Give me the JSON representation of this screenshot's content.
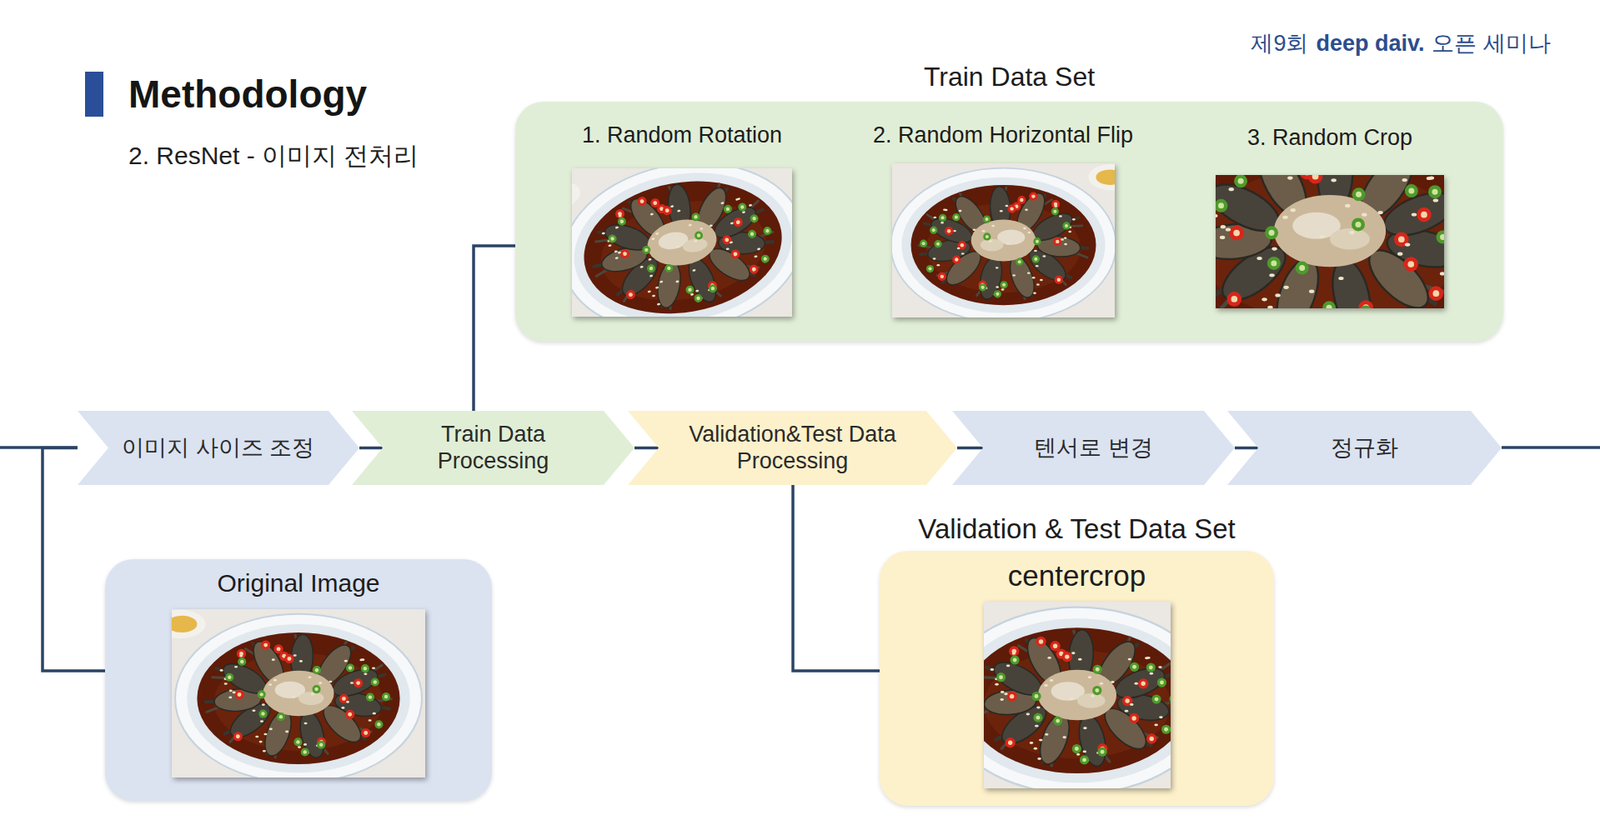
{
  "diagram": {
    "title": "Methodology",
    "nodes": [
      {
        "text": [
          "Train Data Set"
        ]
      },
      {
        "text": [
          "1. Random Rotation"
        ],
        "in": 0
      },
      {
        "text": [
          "2. Random Horizontal Flip"
        ],
        "in": 0
      },
      {
        "text": [
          "3. Random Crop"
        ],
        "in": 0
      },
      {
        "text": [
          "이미지 사이즈 조정"
        ]
      },
      {
        "text": [
          "Train Data Processing"
        ]
      },
      {
        "text": [
          "Validation&Test Data Processing"
        ]
      },
      {
        "text": [
          "텐서로 변경"
        ]
      },
      {
        "text": [
          "정규화"
        ]
      },
      {
        "text": [
          "Original Image"
        ]
      },
      {
        "text": [
          "Validation & Test Data Set",
          "centercrop"
        ]
      }
    ],
    "edges": [
      {
        "from": 4,
        "to": 5,
        "arrow": "none"
      },
      {
        "from": 5,
        "to": 6,
        "arrow": "none"
      },
      {
        "from": 6,
        "to": 7,
        "arrow": "none"
      },
      {
        "from": 7,
        "to": 8,
        "arrow": "none"
      },
      {
        "from": 5,
        "to": 0,
        "arrow": "none"
      },
      {
        "from": 4,
        "to": 9,
        "arrow": "none"
      },
      {
        "from": 6,
        "to": 10,
        "arrow": "none"
      }
    ],
    "labels": [
      "2. ResNet - 이미지 전처리",
      "제9회",
      "deep daiv.",
      "오픈 세미나"
    ]
  }
}
